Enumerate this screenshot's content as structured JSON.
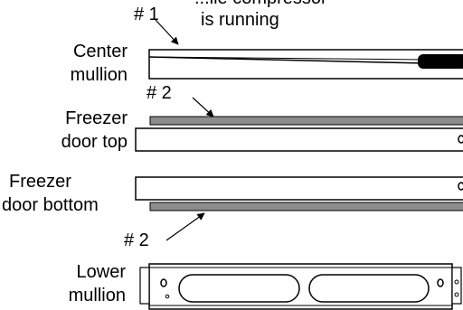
{
  "labels": {
    "callout_top_partial": "...ile compressor",
    "callout_top": "is running",
    "mullion_center_l1": "Center",
    "mullion_center_l2": "mullion",
    "freezer_top_l1": "Freezer",
    "freezer_top_l2": "door top",
    "freezer_bottom_l1": "Freezer",
    "freezer_bottom_l2": "door bottom",
    "mullion_lower_l1": "Lower",
    "mullion_lower_l2": "mullion"
  },
  "markers": {
    "m1": "# 1",
    "m2a": "# 2",
    "m2b": "# 2"
  },
  "colors": {
    "line": "#000000",
    "gasket": "#8c8c8c",
    "background": "#ffffff"
  }
}
